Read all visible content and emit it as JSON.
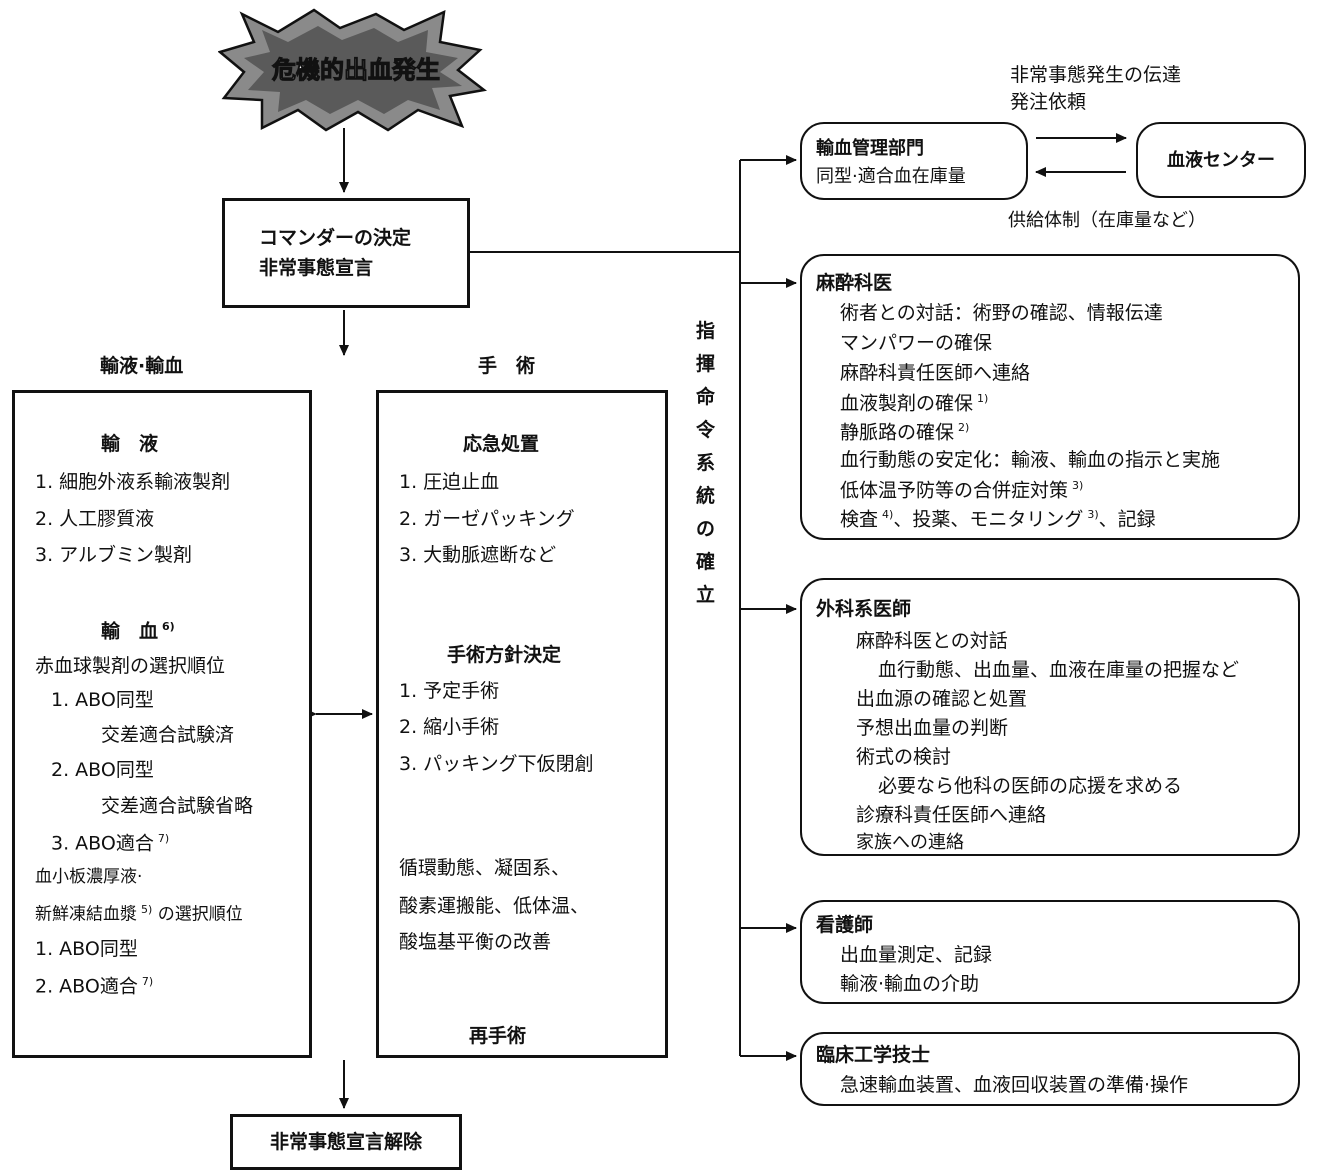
{
  "emergency": {
    "burst_label": "危機的出血発生"
  },
  "commander": {
    "line1": "コマンダーの決定",
    "line2": "非常事態宣言"
  },
  "left_column": {
    "header": "輸液·輸血",
    "infusion_title": "輸　液",
    "infusion_items": [
      "1. 細胞外液系輸液製剤",
      "2. 人工膠質液",
      "3. アルブミン製剤"
    ],
    "transfusion_title": "輸　血",
    "transfusion_note": "6)",
    "rbc_heading": "赤血球製剤の選択順位",
    "rbc_item1": "1. ABO同型",
    "rbc_item1_sub": "交差適合試験済",
    "rbc_item2": "2. ABO同型",
    "rbc_item2_sub": "交差適合試験省略",
    "rbc_item3": "3. ABO適合",
    "rbc_item3_note": "7)",
    "plt_heading_line1": "血小板濃厚液·",
    "plt_heading_line2a": "新鮮凍結血漿",
    "plt_heading_note": "5)",
    "plt_heading_line2b": " の選択順位",
    "plt_item1": "1. ABO同型",
    "plt_item2": "2. ABO適合",
    "plt_item2_note": "7)"
  },
  "surgery_column": {
    "header": "手　術",
    "emergency_title": "応急処置",
    "emergency_items": [
      "1. 圧迫止血",
      "2. ガーゼパッキング",
      "3. 大動脈遮断など"
    ],
    "policy_title": "手術方針決定",
    "policy_items": [
      "1. 予定手術",
      "2. 縮小手術",
      "3. パッキング下仮閉創"
    ],
    "improvement_lines": [
      "循環動態、凝固系、",
      "酸素運搬能、低体温、",
      "酸塩基平衡の改善"
    ],
    "reoperation": "再手術"
  },
  "command_chain": {
    "vertical_chars": [
      "指",
      "揮",
      "命",
      "令",
      "系",
      "統",
      "の",
      "確",
      "立"
    ]
  },
  "blood_management": {
    "line1": "輸血管理部門",
    "line2": "同型·適合血在庫量",
    "blood_center": "血液センター",
    "to_center_line1": "非常事態発生の伝達",
    "to_center_line2": "発注依頼",
    "from_center": "供給体制（在庫量など）"
  },
  "anesthesiologist": {
    "title": "麻酔科医",
    "items": [
      "術者との対話：術野の確認、情報伝達",
      "マンパワーの確保",
      "麻酔科責任医師へ連絡",
      "血液製剤の確保",
      "静脈路の確保",
      "血行動態の安定化：輸液、輸血の指示と実施",
      "低体温予防等の合併症対策",
      "検査"
    ],
    "notes": {
      "blood": "1)",
      "iv": "2)",
      "hypo": "3)",
      "exam": "4)",
      "monitor": "3)"
    },
    "exam_rest_a": "、投薬、モニタリング",
    "exam_rest_b": "、記録"
  },
  "surgeon": {
    "title": "外科系医師",
    "items": [
      "麻酔科医との対話",
      "血行動態、出血量、血液在庫量の把握など",
      "出血源の確認と処置",
      "予想出血量の判断",
      "術式の検討",
      "必要なら他科の医師の応援を求める",
      "診療科責任医師へ連絡",
      "家族への連絡"
    ]
  },
  "nurse": {
    "title": "看護師",
    "items": [
      "出血量測定、記録",
      "輸液·輸血の介助"
    ]
  },
  "engineer": {
    "title": "臨床工学技士",
    "items": [
      "急速輸血装置、血液回収装置の準備·操作"
    ]
  },
  "release": {
    "label": "非常事態宣言解除"
  }
}
